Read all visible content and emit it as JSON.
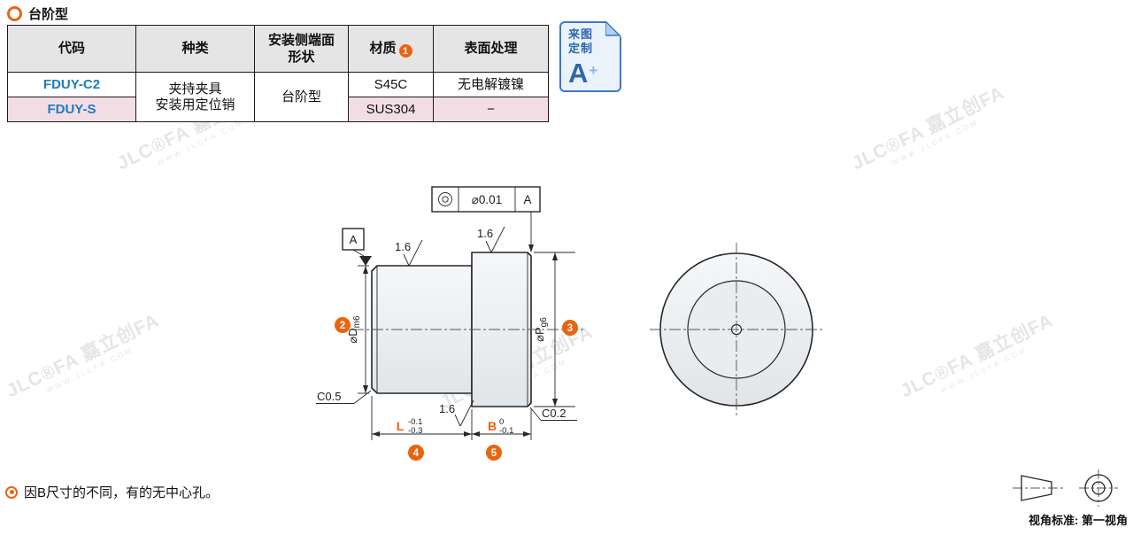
{
  "page": {
    "title": "台阶型",
    "footnote": "因B尺寸的不同，有的无中心孔。",
    "view_standard": "视角标准: 第一视角"
  },
  "watermark": {
    "line1": "JLC®FA 嘉立创FA",
    "line2": "WWW.JLCFA.COM"
  },
  "custom_badge": {
    "line1": "来图",
    "line2": "定制",
    "letter": "A",
    "plus": "+"
  },
  "table": {
    "headers": {
      "code": "代码",
      "type": "种类",
      "shape_line1": "安装侧端面",
      "shape_line2": "形状",
      "material": "材质",
      "material_badge": "1",
      "surface": "表面处理"
    },
    "merged": {
      "type_line1": "夹持夹具",
      "type_line2": "安装用定位销",
      "shape": "台阶型"
    },
    "rows": [
      {
        "code": "FDUY-C2",
        "material": "S45C",
        "surface": "无电解镀镍"
      },
      {
        "code": "FDUY-S",
        "material": "SUS304",
        "surface": "−"
      }
    ]
  },
  "drawing": {
    "datum": "A",
    "tolerance_value": "⌀0.01",
    "tolerance_datum": "A",
    "roughness_shaft": "1.6",
    "roughness_flange": "1.6",
    "roughness_face": "1.6",
    "dim_d_label": "⌀D",
    "dim_d_fit": "m6",
    "dim_d_badge": "2",
    "dim_p_label": "⌀P",
    "dim_p_fit": "g6",
    "dim_p_badge": "3",
    "chamfer_left": "C0.5",
    "chamfer_right": "C0.2",
    "dim_l_label": "L",
    "dim_l_tol_upper": "-0.1",
    "dim_l_tol_lower": "-0.3",
    "dim_l_badge": "4",
    "dim_b_label": "B",
    "dim_b_tol_upper": "0",
    "dim_b_tol_lower": "-0.1",
    "dim_b_badge": "5"
  },
  "colors": {
    "accent_orange": "#e8650f",
    "code_blue": "#1e7bbf",
    "row_pink": "#f3dde4",
    "header_gray": "#e5e5e5",
    "badge_blue": "#3c79c4"
  }
}
